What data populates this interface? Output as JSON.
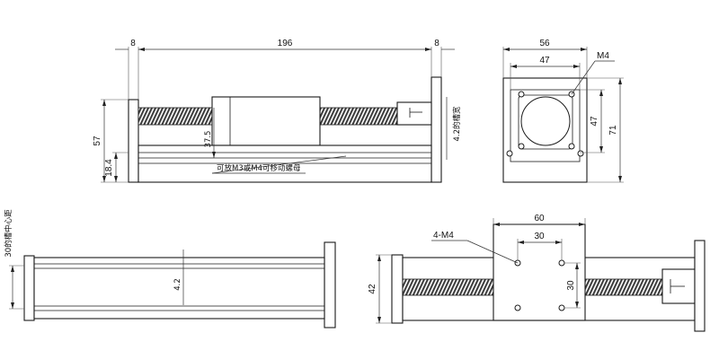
{
  "views": {
    "side": {
      "total_length": "196",
      "end_left": "8",
      "end_right": "8",
      "height": "57",
      "base_height": "18.4",
      "screw_axis": "37.5",
      "slot_note": "4.2的槽宽",
      "nut_note": "可放M3或M4可移动螺母"
    },
    "end": {
      "width": "56",
      "hole_pitch_h": "47",
      "hole_pitch_v": "47",
      "height": "71",
      "thread": "M4"
    },
    "bottom": {
      "slot_center": "30的槽中心距",
      "slot_width": "4.2"
    },
    "top": {
      "carriage_width": "60",
      "hole_pitch_h": "30",
      "hole_pitch_v": "30",
      "height": "42",
      "thread": "4-M4"
    }
  },
  "colors": {
    "line": "#1a1a1a",
    "screw": "#3a3a3a",
    "background": "#ffffff"
  }
}
